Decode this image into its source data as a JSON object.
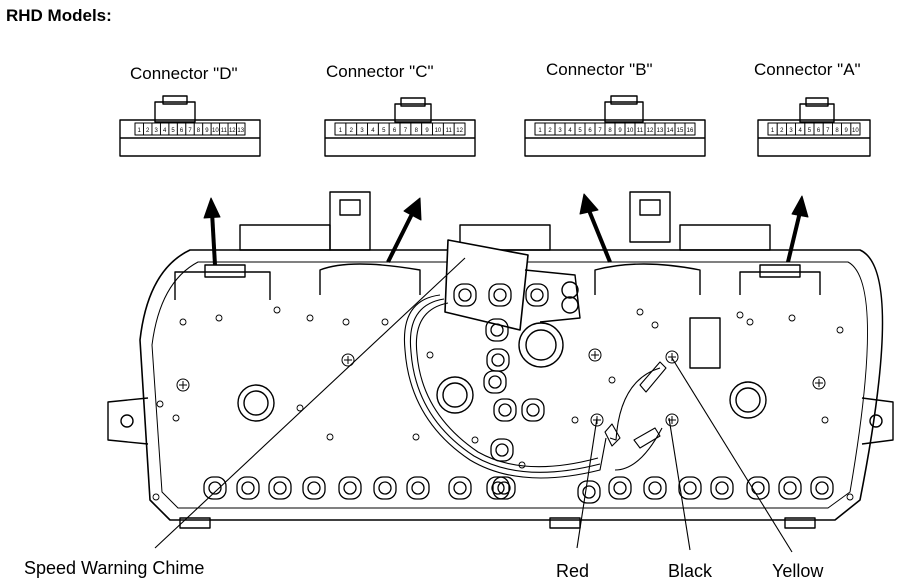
{
  "title": "RHD Models:",
  "connectors": [
    {
      "label": "Connector \"D\"",
      "pins": [
        "1",
        "2",
        "3",
        "4",
        "5",
        "6",
        "7",
        "8",
        "9",
        "10",
        "11",
        "12",
        "13"
      ]
    },
    {
      "label": "Connector \"C\"",
      "pins": [
        "1",
        "2",
        "3",
        "4",
        "5",
        "6",
        "7",
        "8",
        "9",
        "10",
        "11",
        "12"
      ]
    },
    {
      "label": "Connector \"B\"",
      "pins": [
        "1",
        "2",
        "3",
        "4",
        "5",
        "6",
        "7",
        "8",
        "9",
        "10",
        "11",
        "12",
        "13",
        "14",
        "15",
        "16"
      ]
    },
    {
      "label": "Connector \"A\"",
      "pins": [
        "1",
        "2",
        "3",
        "4",
        "5",
        "6",
        "7",
        "8",
        "9",
        "10"
      ]
    }
  ],
  "callouts": {
    "speed_warning_chime": "Speed Warning Chime",
    "red": "Red",
    "black": "Black",
    "yellow": "Yellow"
  }
}
